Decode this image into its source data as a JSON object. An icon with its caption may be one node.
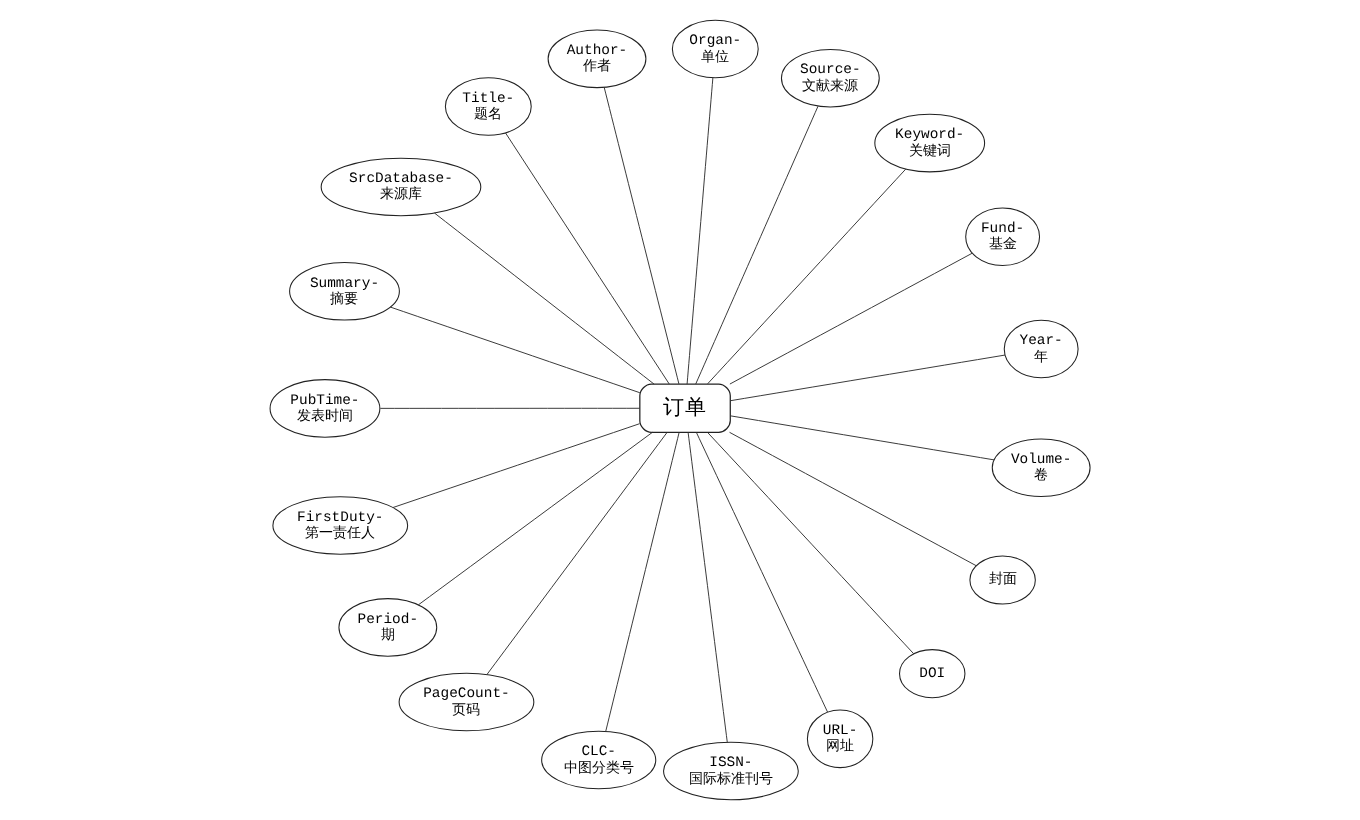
{
  "diagram": {
    "nodes": [
      {
        "text": [
          "订单"
        ]
      },
      {
        "text": [
          "SrcDatabase-来源库"
        ]
      },
      {
        "text": [
          "Title-题名"
        ]
      },
      {
        "text": [
          "Author-作者"
        ]
      },
      {
        "text": [
          "Organ-单位"
        ]
      },
      {
        "text": [
          "Source-文献来源"
        ]
      },
      {
        "text": [
          "Keyword-关键词"
        ]
      },
      {
        "text": [
          "Fund-基金"
        ]
      },
      {
        "text": [
          "Year-年"
        ]
      },
      {
        "text": [
          "Volume-卷"
        ]
      },
      {
        "text": [
          "封面"
        ]
      },
      {
        "text": [
          "DOI"
        ]
      },
      {
        "text": [
          "URL-网址"
        ]
      },
      {
        "text": [
          "ISSN-国际标准刊号"
        ]
      },
      {
        "text": [
          "CLC-中图分类号"
        ]
      },
      {
        "text": [
          "PageCount-页码"
        ]
      },
      {
        "text": [
          "Period-期"
        ]
      },
      {
        "text": [
          "FirstDuty-第一责任人"
        ]
      },
      {
        "text": [
          "PubTime-发表时间"
        ]
      },
      {
        "text": [
          "Summary-摘要"
        ]
      }
    ],
    "edges": [
      {
        "from": 0,
        "to": 1,
        "arrow": "none"
      },
      {
        "from": 0,
        "to": 2,
        "arrow": "none"
      },
      {
        "from": 0,
        "to": 3,
        "arrow": "none"
      },
      {
        "from": 0,
        "to": 4,
        "arrow": "none"
      },
      {
        "from": 0,
        "to": 5,
        "arrow": "none"
      },
      {
        "from": 0,
        "to": 6,
        "arrow": "none"
      },
      {
        "from": 0,
        "to": 7,
        "arrow": "none"
      },
      {
        "from": 0,
        "to": 8,
        "arrow": "none"
      },
      {
        "from": 0,
        "to": 9,
        "arrow": "none"
      },
      {
        "from": 0,
        "to": 10,
        "arrow": "none"
      },
      {
        "from": 0,
        "to": 11,
        "arrow": "none"
      },
      {
        "from": 0,
        "to": 12,
        "arrow": "none"
      },
      {
        "from": 0,
        "to": 13,
        "arrow": "none"
      },
      {
        "from": 0,
        "to": 14,
        "arrow": "none"
      },
      {
        "from": 0,
        "to": 15,
        "arrow": "none"
      },
      {
        "from": 0,
        "to": 16,
        "arrow": "none"
      },
      {
        "from": 0,
        "to": 17,
        "arrow": "none"
      },
      {
        "from": 0,
        "to": 18,
        "arrow": "none"
      },
      {
        "from": 0,
        "to": 19,
        "arrow": "none"
      }
    ]
  }
}
